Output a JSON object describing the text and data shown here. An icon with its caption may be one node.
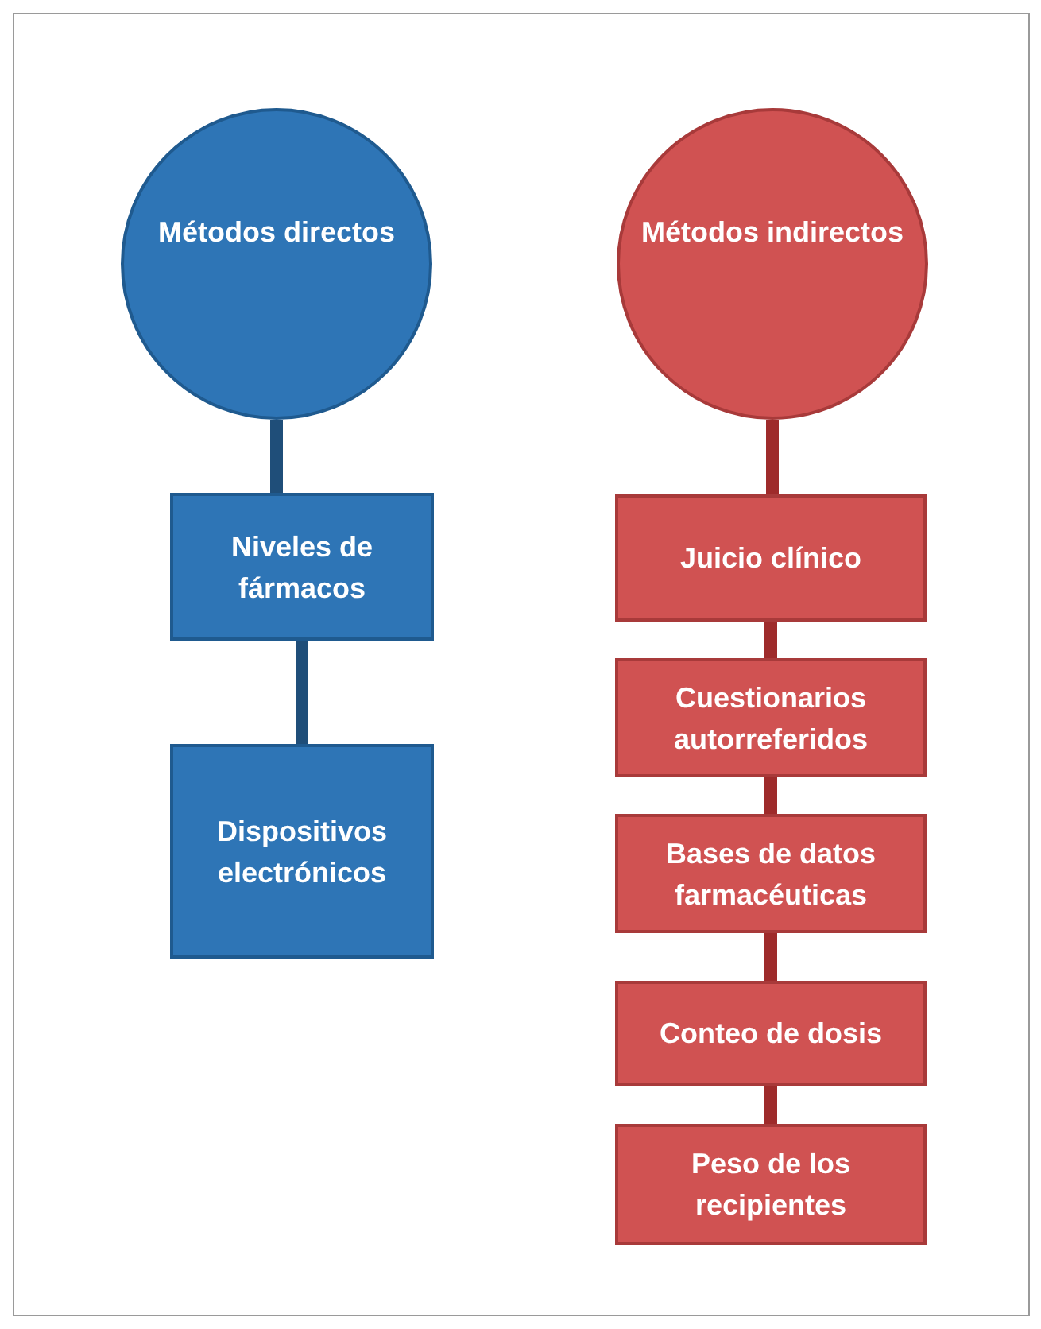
{
  "diagram": {
    "nodes": [
      {
        "text": [
          "Métodos directos"
        ]
      },
      {
        "text": [
          "Niveles de fármacos"
        ]
      },
      {
        "text": [
          "Dispositivos electrónicos"
        ]
      },
      {
        "text": [
          "Métodos indirectos"
        ]
      },
      {
        "text": [
          "Juicio clínico"
        ]
      },
      {
        "text": [
          "Cuestionarios autorreferidos"
        ]
      },
      {
        "text": [
          "Bases de datos farmacéuticas"
        ]
      },
      {
        "text": [
          "Conteo de dosis"
        ]
      },
      {
        "text": [
          "Peso de los recipientes"
        ]
      }
    ],
    "edges": [
      {
        "from": 0,
        "to": 1,
        "arrow": "none",
        "color": "#1f4e79"
      },
      {
        "from": 1,
        "to": 2,
        "arrow": "none",
        "color": "#1f4e79"
      },
      {
        "from": 3,
        "to": 4,
        "arrow": "none"
      },
      {
        "from": 4,
        "to": 5,
        "arrow": "none"
      },
      {
        "from": 5,
        "to": 6,
        "arrow": "none"
      },
      {
        "from": 6,
        "to": 7,
        "arrow": "none"
      },
      {
        "from": 7,
        "to": 8,
        "arrow": "none"
      }
    ]
  }
}
